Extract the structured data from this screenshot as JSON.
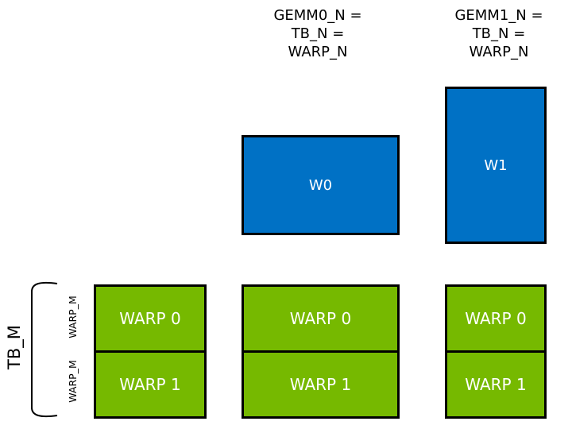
{
  "diagram": {
    "colors": {
      "background": "#ffffff",
      "blue": "#0071c5",
      "green": "#76b900",
      "border": "#000000",
      "box_text": "#ffffff",
      "label_text": "#000000"
    },
    "header_labels": [
      {
        "text": "GEMM0_N =\nTB_N =\nWARP_N"
      },
      {
        "text": "GEMM1_N =\nTB_N =\nWARP_N"
      }
    ],
    "blue_boxes": [
      {
        "label": "W0"
      },
      {
        "label": "W1"
      }
    ],
    "warp_grids": [
      {
        "cells": [
          {
            "label": "WARP 0"
          },
          {
            "label": "WARP 1"
          }
        ]
      },
      {
        "cells": [
          {
            "label": "WARP 0"
          },
          {
            "label": "WARP 1"
          }
        ]
      },
      {
        "cells": [
          {
            "label": "WARP 0"
          },
          {
            "label": "WARP 1"
          }
        ]
      }
    ],
    "side_labels": {
      "tb_m": "TB_M",
      "warp_m_rows": [
        "WARP_M",
        "WARP_M"
      ]
    }
  }
}
